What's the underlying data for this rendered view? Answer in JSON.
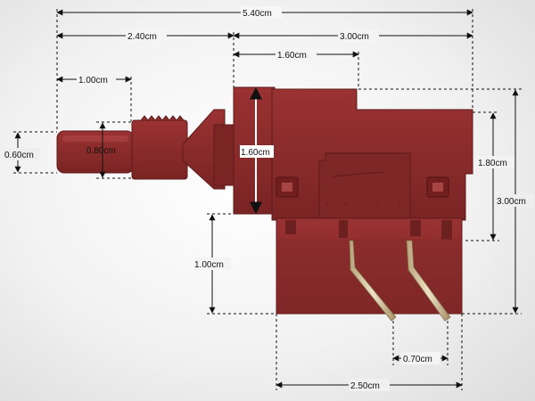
{
  "colors": {
    "body": "#8a2b2b",
    "body_dark": "#6a1e1e",
    "body_light": "#a53a3a",
    "metal": "#d9c9a8",
    "line": "#111111"
  },
  "dimensions": {
    "overall_length": "5.40cm",
    "plunger_length": "2.40cm",
    "housing_length": "3.00cm",
    "top_block_length": "1.60cm",
    "tip_length": "1.00cm",
    "tip_diameter": "0.60cm",
    "shaft_diameter": "0.80cm",
    "flange_height": "1.60cm",
    "housing_upper_height": "1.80cm",
    "housing_total_height": "3.00cm",
    "base_height": "1.00cm",
    "pin_spacing": "0.70cm",
    "base_width": "2.50cm"
  },
  "pin_labels": [
    "5",
    "3",
    "1",
    "1"
  ]
}
